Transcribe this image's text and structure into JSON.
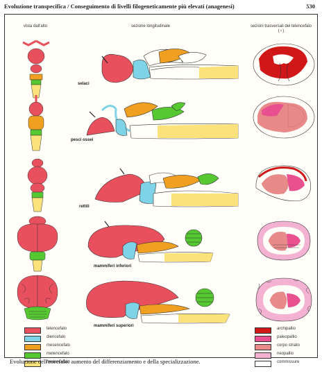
{
  "header": {
    "title": "Evoluzione transpecifica / Conseguimento di livelli filogeneticamente più elevati (anagenesi)",
    "page_number": "530"
  },
  "columns": {
    "top_view": "vista dall'alto",
    "longitudinal": "sezione longitudinale",
    "transverse": "sezioni trasversali del telencefalo (♀)"
  },
  "species": [
    "selaci",
    "pesci ossei",
    "rettili",
    "mammiferi inferiori",
    "mammiferi superiori"
  ],
  "legend_left": [
    {
      "label": "telencefalo",
      "color": "#e8505e"
    },
    {
      "label": "diencefalo",
      "color": "#7fd3e6"
    },
    {
      "label": "mesencefalo",
      "color": "#f0a020"
    },
    {
      "label": "metencefalo",
      "color": "#55c832"
    },
    {
      "label": "mielencefalo",
      "color": "#fbe27a"
    }
  ],
  "legend_right": [
    {
      "label": "archipallio",
      "color": "#d01818"
    },
    {
      "label": "paleopallio",
      "color": "#e85090"
    },
    {
      "label": "corpo striato",
      "color": "#e88a8a"
    },
    {
      "label": "neopallio",
      "color": "#f4b2d2"
    },
    {
      "label": "commissure",
      "color": "#ffffff"
    }
  ],
  "caption": "Evoluzione dell'encefalo: aumento del differenziamento e della specializzazione."
}
